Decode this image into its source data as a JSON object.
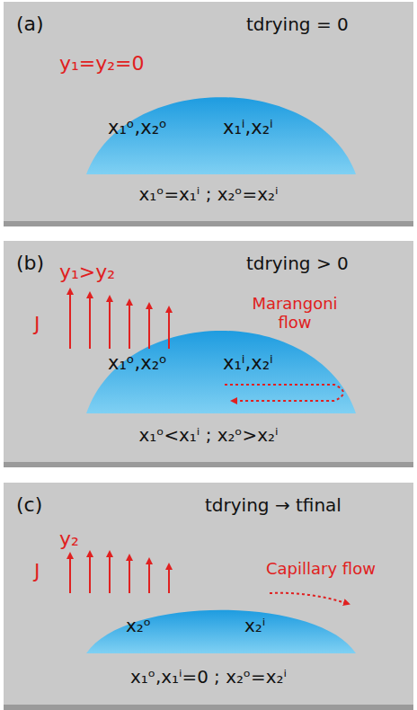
{
  "diagram": {
    "nodes": [
      {
        "text": [
          "(a)",
          "tdrying = 0",
          "y₁=y₂=0",
          "x₁ᵒ=x₁ⁱ ; x₂ᵒ=x₂ⁱ"
        ]
      },
      {
        "text": [
          "x₁ᵒ,x₂ᵒ",
          "x₁ⁱ,x₂ⁱ"
        ],
        "in": 0
      },
      {
        "text": [
          "(b)",
          "tdrying > 0",
          "y₁>y₂",
          "J",
          "Marangoni flow",
          "x₁ᵒ<x₁ⁱ ; x₂ᵒ>x₂ⁱ"
        ]
      },
      {
        "text": [
          "x₁ᵒ,x₂ᵒ",
          "x₁ⁱ,x₂ⁱ"
        ],
        "in": 2
      },
      {
        "text": [
          "(c)",
          "tdrying → tfinal",
          "y₂",
          "J",
          "Capillary flow",
          "x₁ᵒ,x₁ⁱ=0 ; x₂ᵒ=x₂ⁱ"
        ]
      },
      {
        "text": [
          "x₂ᵒ",
          "x₂ⁱ"
        ],
        "in": 4
      }
    ]
  }
}
